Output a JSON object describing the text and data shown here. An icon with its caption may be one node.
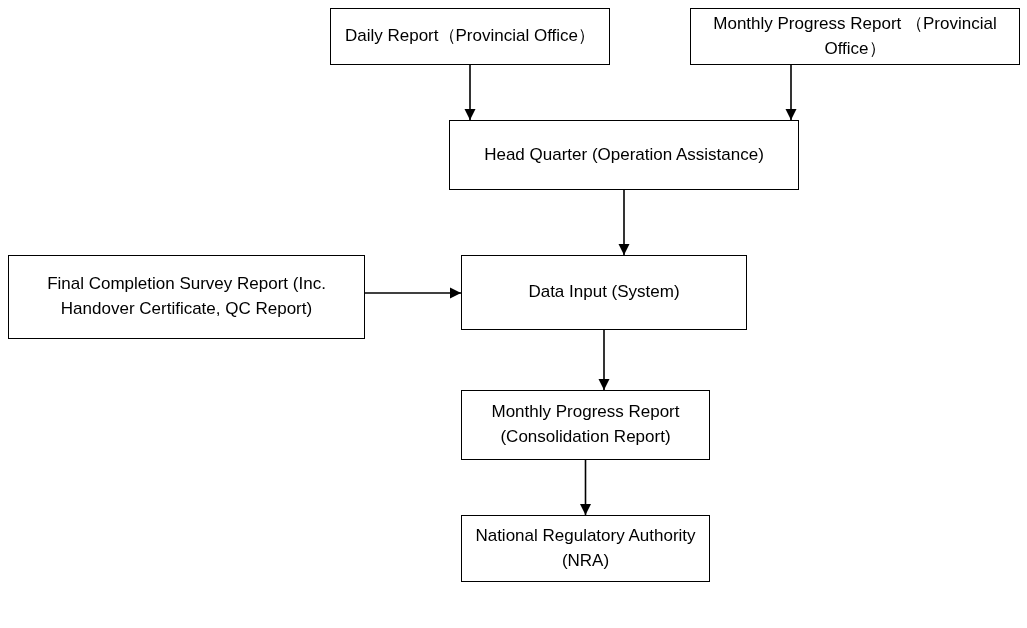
{
  "diagram": {
    "nodes": [
      {
        "text": [
          "Daily Report（Provincial Office）"
        ]
      },
      {
        "text": [
          "Monthly Progress Report （Provincial Office）"
        ]
      },
      {
        "text": [
          "Head Quarter (Operation Assistance)"
        ]
      },
      {
        "text": [
          "Final Completion Survey Report (Inc. Handover Certificate, QC Report)"
        ]
      },
      {
        "text": [
          "Data Input (System)"
        ]
      },
      {
        "text": [
          "Monthly Progress Report (Consolidation Report)"
        ]
      },
      {
        "text": [
          "National Regulatory Authority (NRA)"
        ]
      }
    ],
    "edges": [
      {
        "from": 0,
        "to": 2,
        "arrow": "to"
      },
      {
        "from": 1,
        "to": 2,
        "arrow": "to"
      },
      {
        "from": 2,
        "to": 4,
        "arrow": "to"
      },
      {
        "from": 3,
        "to": 4,
        "arrow": "to"
      },
      {
        "from": 4,
        "to": 5,
        "arrow": "to"
      },
      {
        "from": 5,
        "to": 6,
        "arrow": "to"
      }
    ]
  }
}
